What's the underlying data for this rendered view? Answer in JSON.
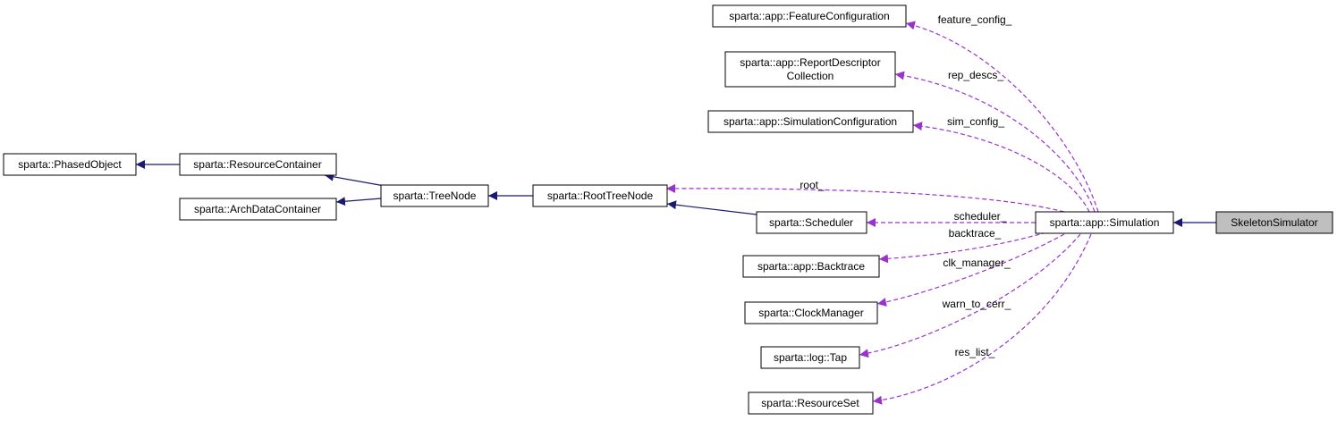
{
  "colors": {
    "inheritance": "#191970",
    "association": "#9a32cd",
    "highlight_fill": "#bfbfbf"
  },
  "nodes": {
    "phased_object": "sparta::PhasedObject",
    "resource_container": "sparta::ResourceContainer",
    "arch_data_container": "sparta::ArchDataContainer",
    "tree_node": "sparta::TreeNode",
    "root_tree_node": "sparta::RootTreeNode",
    "feature_configuration": "sparta::app::FeatureConfiguration",
    "report_descriptor_collection_1": "sparta::app::ReportDescriptor",
    "report_descriptor_collection_2": "Collection",
    "simulation_configuration": "sparta::app::SimulationConfiguration",
    "scheduler": "sparta::Scheduler",
    "backtrace": "sparta::app::Backtrace",
    "clock_manager": "sparta::ClockManager",
    "log_tap": "sparta::log::Tap",
    "resource_set": "sparta::ResourceSet",
    "simulation": "sparta::app::Simulation",
    "skeleton_simulator": "SkeletonSimulator"
  },
  "edge_labels": {
    "feature_config": "feature_config_",
    "rep_descs": "rep_descs_",
    "sim_config": "sim_config_",
    "root": "root_",
    "scheduler": "scheduler_",
    "backtrace": "backtrace_",
    "clk_manager": "clk_manager_",
    "warn_to_cerr": "warn_to_cerr_",
    "res_list": "res_list_"
  }
}
